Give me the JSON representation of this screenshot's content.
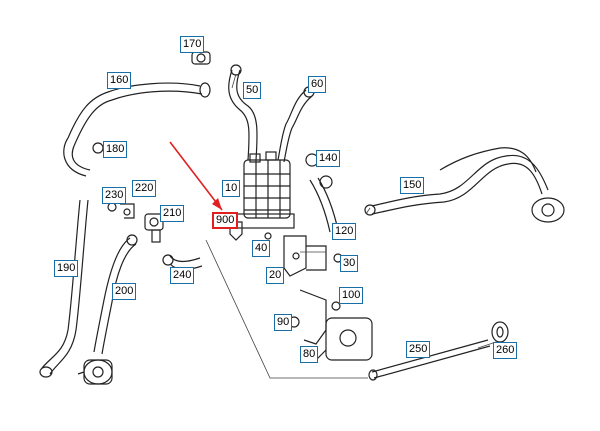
{
  "callouts": {
    "c10": "10",
    "c20": "20",
    "c30": "30",
    "c40": "40",
    "c50": "50",
    "c60": "60",
    "c80": "80",
    "c90": "90",
    "c100": "100",
    "c120": "120",
    "c140": "140",
    "c150": "150",
    "c160": "160",
    "c170": "170",
    "c180": "180",
    "c190": "190",
    "c200": "200",
    "c210": "210",
    "c220": "220",
    "c230": "230",
    "c240": "240",
    "c250": "250",
    "c260": "260",
    "c900": "900"
  },
  "colors": {
    "callout_border": "#1a6ea8",
    "highlight": "#e02020",
    "line": "#222222"
  }
}
